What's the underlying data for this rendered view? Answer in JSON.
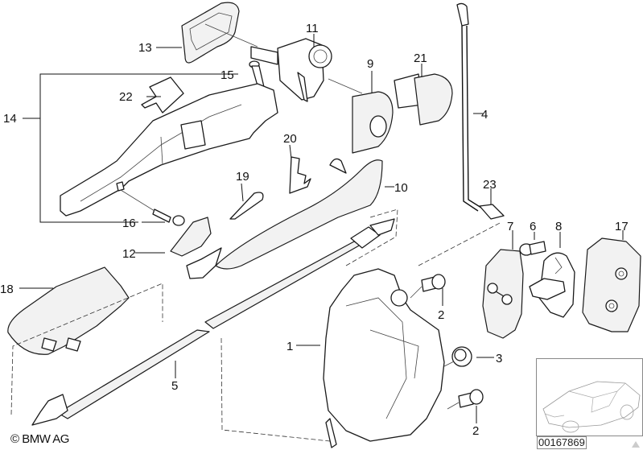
{
  "diagram": {
    "title": "Outer door handle / door lock parts diagram",
    "copyright": "© BMW AG",
    "drawing_number": "00167869",
    "callouts": [
      {
        "id": "c1",
        "label": "1"
      },
      {
        "id": "c2a",
        "label": "2"
      },
      {
        "id": "c2b",
        "label": "2"
      },
      {
        "id": "c3",
        "label": "3"
      },
      {
        "id": "c4",
        "label": "4"
      },
      {
        "id": "c5",
        "label": "5"
      },
      {
        "id": "c6",
        "label": "6"
      },
      {
        "id": "c7",
        "label": "7"
      },
      {
        "id": "c8",
        "label": "8"
      },
      {
        "id": "c9",
        "label": "9"
      },
      {
        "id": "c10",
        "label": "10"
      },
      {
        "id": "c11",
        "label": "11"
      },
      {
        "id": "c12",
        "label": "12"
      },
      {
        "id": "c13",
        "label": "13"
      },
      {
        "id": "c14",
        "label": "14"
      },
      {
        "id": "c15",
        "label": "15"
      },
      {
        "id": "c16",
        "label": "16"
      },
      {
        "id": "c17",
        "label": "17"
      },
      {
        "id": "c18",
        "label": "18"
      },
      {
        "id": "c19",
        "label": "19"
      },
      {
        "id": "c20",
        "label": "20"
      },
      {
        "id": "c21",
        "label": "21"
      },
      {
        "id": "c22",
        "label": "22"
      },
      {
        "id": "c23",
        "label": "23"
      }
    ],
    "inset": {
      "description": "vehicle thumbnail (coupe, front 3/4 view)"
    }
  }
}
